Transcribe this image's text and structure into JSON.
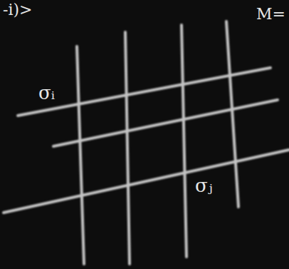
{
  "diagram": {
    "labels": [
      "σᵢ",
      "σⱼ",
      "-i)>",
      "M="
    ]
  }
}
